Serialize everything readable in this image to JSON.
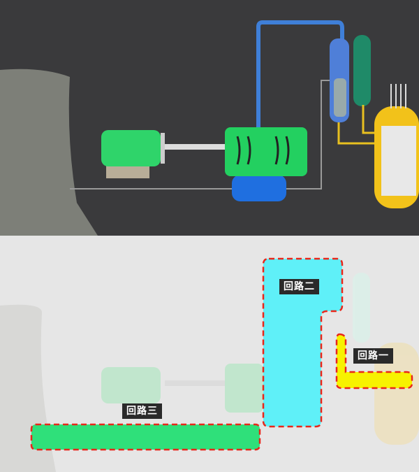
{
  "labels": {
    "loop_one": "回路一",
    "loop_two": "回路二",
    "loop_three": "回路三"
  },
  "colors": {
    "loop_one_fill": "#f7f200",
    "loop_two_fill": "#5ff0f8",
    "loop_three_fill": "#2fe07a",
    "outline": "#e8261a",
    "scene_background": "#3a3a3c",
    "lower_background": "#e6e6e6"
  }
}
